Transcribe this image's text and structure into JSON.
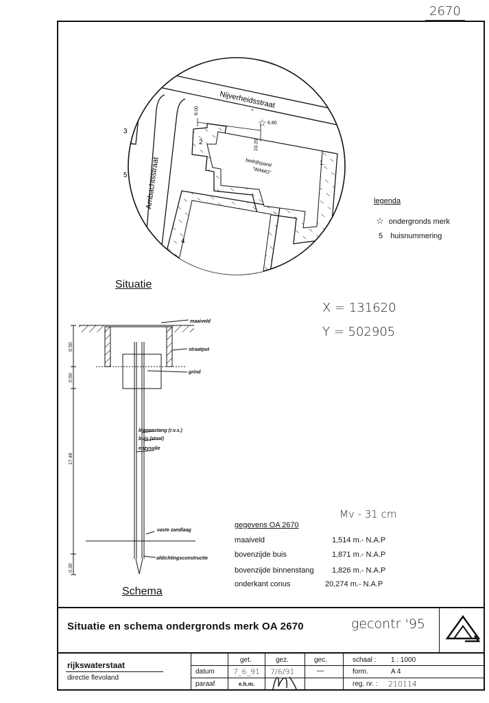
{
  "page_number": "2670",
  "map": {
    "street_north": "Nijverheidsstraat",
    "street_west": "Ambachtsstraat",
    "building_label": "bedrijfspand",
    "building_name": "\"WAMO\"",
    "numbers": [
      "3",
      "5",
      "2",
      "1.",
      "4"
    ],
    "dimension_top": "8.00",
    "dimension_side": "19.20",
    "marker_value": "6.80"
  },
  "legend": {
    "title": "legenda",
    "items": [
      {
        "symbol": "☆",
        "label": "ondergronds merk"
      },
      {
        "symbol": "5",
        "label": "huisnummering"
      }
    ]
  },
  "situatie_title": "Situatie",
  "coords": {
    "x": "X = 131620",
    "y": "Y = 502905"
  },
  "schema": {
    "title": "Schema",
    "labels": [
      "maaiveld",
      "straatput",
      "grind",
      "binnenstang (r.v.s.)",
      "buis (staal)",
      "enzysolie",
      "vaste zandlaag",
      "afdichtingsconstructie"
    ],
    "dims": [
      "0.50",
      "0.50",
      "17.46",
      "0.30"
    ]
  },
  "mv_note": "Mv - 31 cm",
  "gegevens": {
    "title": "gegevens OA 2670",
    "rows": [
      {
        "label": "maaiveld",
        "value": "1,514 m.- N.A.P"
      },
      {
        "label": "bovenzijde buis",
        "value": "1,871 m.- N.A.P"
      },
      {
        "label": "bovenzijde binnenstang",
        "value": "1,826 m.- N.A.P"
      },
      {
        "label": "onderkant conus",
        "value": "20,274 m.- N.A.P"
      }
    ]
  },
  "title_block": {
    "title": "Situatie en schema ondergronds merk OA 2670",
    "hand_note": "gecontr '95",
    "org": "rijkswaterstaat",
    "dept": "directie flevoland",
    "row_labels": [
      "datum",
      "paraaf"
    ],
    "col_headers": [
      "get.",
      "gez.",
      "gec."
    ],
    "datum_get": "7_6_91",
    "datum_gez": "7/6/91",
    "datum_gec": "—",
    "paraaf_get": "e.h.m.",
    "schaal_label": "schaal :",
    "schaal_value": "1 : 1000",
    "form_label": "form.",
    "form_value": "A 4",
    "reg_label": "reg. nr. :",
    "reg_value": "210114"
  }
}
